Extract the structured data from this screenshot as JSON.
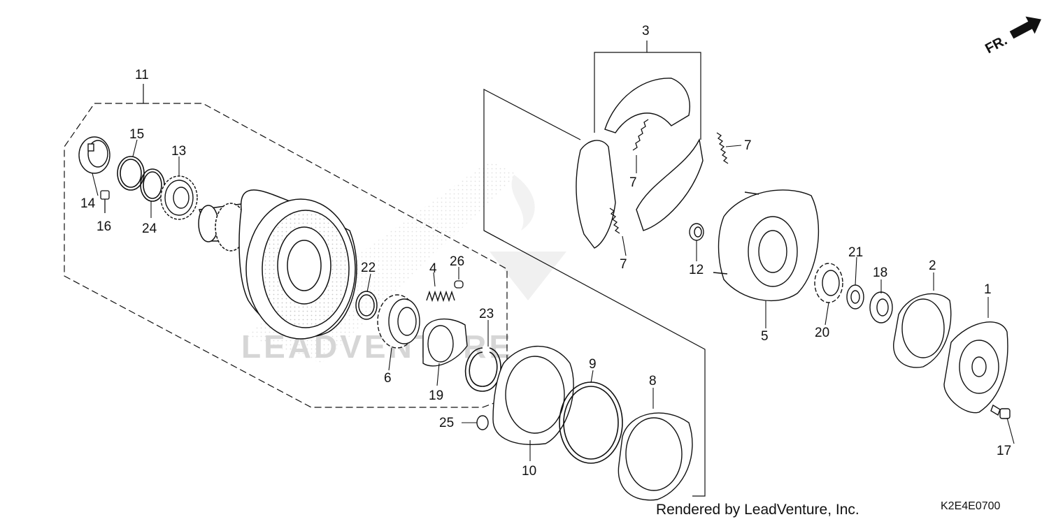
{
  "diagram": {
    "orientation_mark": "FR.",
    "watermark": "LEADVENTURE",
    "credit": "Rendered by LeadVenture, Inc.",
    "diagram_code": "K2E4E0700",
    "callouts": [
      "1",
      "2",
      "3",
      "4",
      "5",
      "6",
      "7",
      "7",
      "7",
      "8",
      "9",
      "10",
      "11",
      "12",
      "13",
      "14",
      "15",
      "16",
      "17",
      "18",
      "19",
      "20",
      "21",
      "22",
      "23",
      "24",
      "25",
      "26"
    ]
  }
}
